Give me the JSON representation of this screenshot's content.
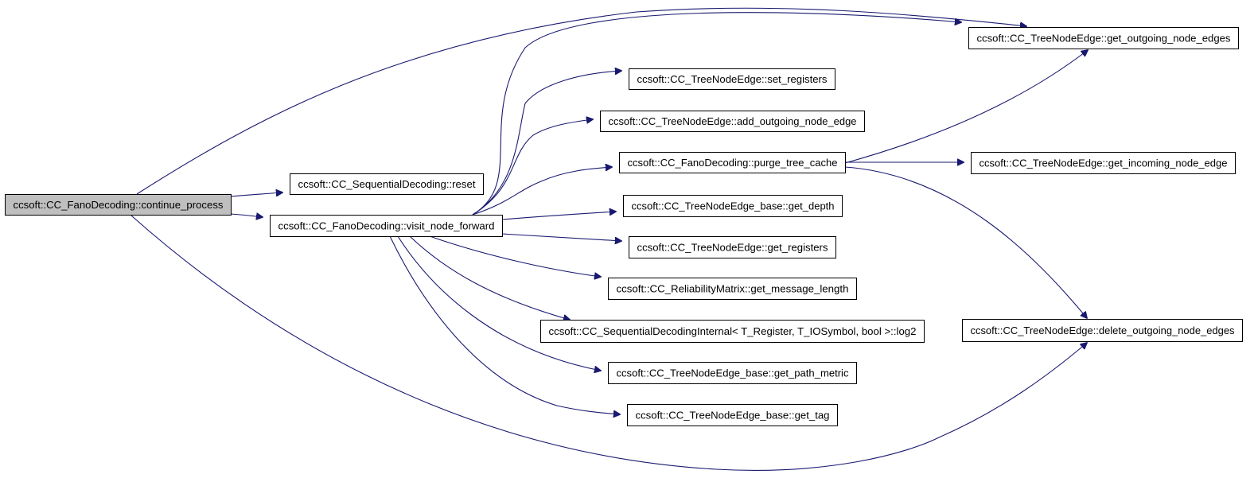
{
  "graph": {
    "edge_color": "#191970",
    "root_fill": "#bfbfbf",
    "node_fill": "#ffffff",
    "nodes": [
      {
        "id": "continue_process",
        "label": "ccsoft::CC_FanoDecoding::continue_process"
      },
      {
        "id": "reset",
        "label": "ccsoft::CC_SequentialDecoding::reset"
      },
      {
        "id": "visit_node_forward",
        "label": "ccsoft::CC_FanoDecoding::visit_node_forward"
      },
      {
        "id": "get_outgoing_node_edges",
        "label": "ccsoft::CC_TreeNodeEdge::get_outgoing_node_edges"
      },
      {
        "id": "set_registers",
        "label": "ccsoft::CC_TreeNodeEdge::set_registers"
      },
      {
        "id": "add_outgoing_node_edge",
        "label": "ccsoft::CC_TreeNodeEdge::add_outgoing_node_edge"
      },
      {
        "id": "purge_tree_cache",
        "label": "ccsoft::CC_FanoDecoding::purge_tree_cache"
      },
      {
        "id": "get_depth",
        "label": "ccsoft::CC_TreeNodeEdge_base::get_depth"
      },
      {
        "id": "get_registers",
        "label": "ccsoft::CC_TreeNodeEdge::get_registers"
      },
      {
        "id": "get_message_length",
        "label": "ccsoft::CC_ReliabilityMatrix::get_message_length"
      },
      {
        "id": "log2",
        "label": "ccsoft::CC_SequentialDecodingInternal< T_Register, T_IOSymbol, bool >::log2"
      },
      {
        "id": "get_path_metric",
        "label": "ccsoft::CC_TreeNodeEdge_base::get_path_metric"
      },
      {
        "id": "get_tag",
        "label": "ccsoft::CC_TreeNodeEdge_base::get_tag"
      },
      {
        "id": "get_incoming_node_edge",
        "label": "ccsoft::CC_TreeNodeEdge::get_incoming_node_edge"
      },
      {
        "id": "delete_outgoing_node_edges",
        "label": "ccsoft::CC_TreeNodeEdge::delete_outgoing_node_edges"
      }
    ],
    "edges": [
      {
        "from": "continue_process",
        "to": "reset"
      },
      {
        "from": "continue_process",
        "to": "visit_node_forward"
      },
      {
        "from": "continue_process",
        "to": "get_outgoing_node_edges"
      },
      {
        "from": "continue_process",
        "to": "delete_outgoing_node_edges"
      },
      {
        "from": "visit_node_forward",
        "to": "get_outgoing_node_edges"
      },
      {
        "from": "visit_node_forward",
        "to": "set_registers"
      },
      {
        "from": "visit_node_forward",
        "to": "add_outgoing_node_edge"
      },
      {
        "from": "visit_node_forward",
        "to": "purge_tree_cache"
      },
      {
        "from": "visit_node_forward",
        "to": "get_depth"
      },
      {
        "from": "visit_node_forward",
        "to": "get_registers"
      },
      {
        "from": "visit_node_forward",
        "to": "get_message_length"
      },
      {
        "from": "visit_node_forward",
        "to": "log2"
      },
      {
        "from": "visit_node_forward",
        "to": "get_path_metric"
      },
      {
        "from": "visit_node_forward",
        "to": "get_tag"
      },
      {
        "from": "purge_tree_cache",
        "to": "get_outgoing_node_edges"
      },
      {
        "from": "purge_tree_cache",
        "to": "get_incoming_node_edge"
      },
      {
        "from": "purge_tree_cache",
        "to": "delete_outgoing_node_edges"
      }
    ]
  }
}
